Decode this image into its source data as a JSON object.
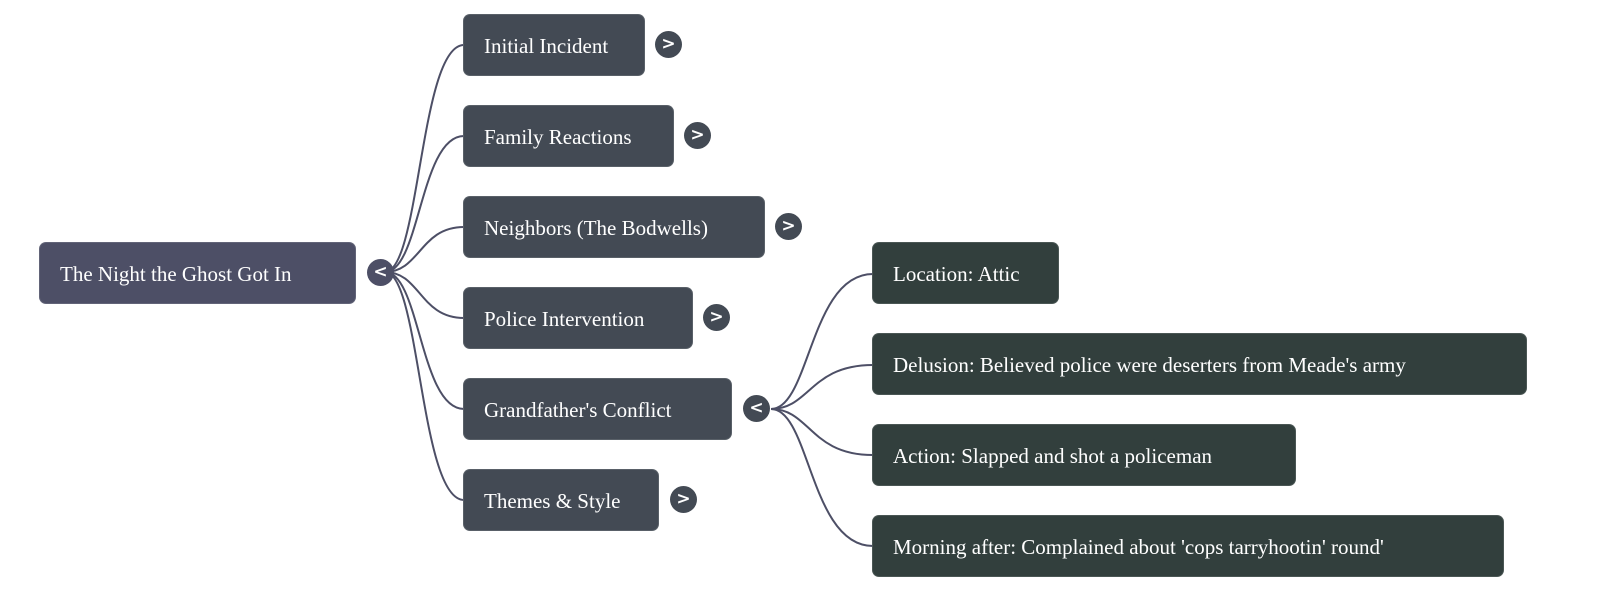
{
  "mindmap": {
    "root": {
      "label": "The Night the Ghost Got In",
      "toggle": "<",
      "color": "#4d4f66"
    },
    "branch_color": "#434a54",
    "leaf_color": "#323f3d",
    "edge_color": "#4d4f66",
    "children": [
      {
        "label": "Initial Incident",
        "toggle": ">",
        "expanded": false
      },
      {
        "label": "Family Reactions",
        "toggle": ">",
        "expanded": false
      },
      {
        "label": "Neighbors (The Bodwells)",
        "toggle": ">",
        "expanded": false
      },
      {
        "label": "Police Intervention",
        "toggle": ">",
        "expanded": false
      },
      {
        "label": "Grandfather's Conflict",
        "toggle": "<",
        "expanded": true,
        "children": [
          {
            "label": "Location: Attic"
          },
          {
            "label": "Delusion: Believed police were deserters from Meade's army"
          },
          {
            "label": "Action: Slapped and shot a policeman"
          },
          {
            "label": "Morning after: Complained about 'cops tarryhootin' round'"
          }
        ]
      },
      {
        "label": "Themes & Style",
        "toggle": ">",
        "expanded": false
      }
    ]
  }
}
